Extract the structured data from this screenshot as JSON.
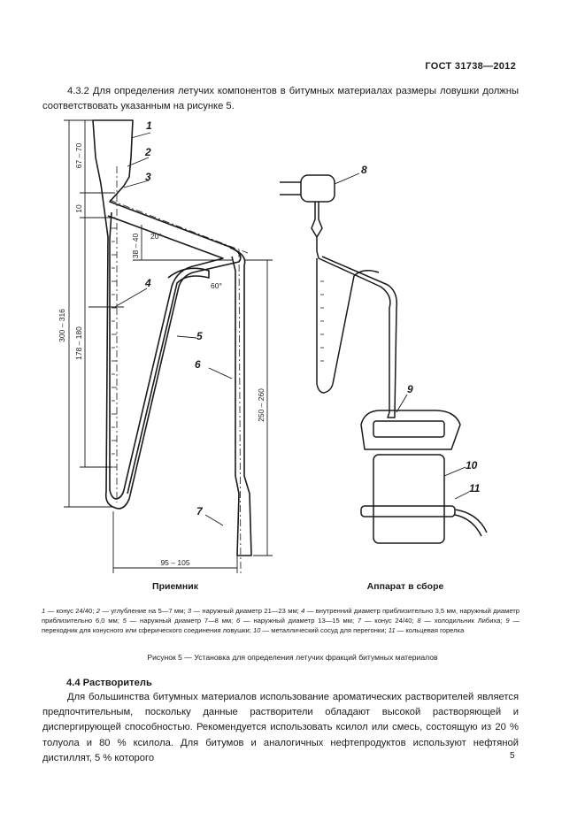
{
  "header": {
    "standard": "ГОСТ 31738—2012"
  },
  "intro": "4.3.2 Для определения летучих компонентов в битумных материалах размеры ловушки должны соответствовать указанным на рисунке 5.",
  "figure": {
    "callouts": [
      "1",
      "2",
      "3",
      "4",
      "5",
      "6",
      "7",
      "8",
      "9",
      "10",
      "11"
    ],
    "dimensions": {
      "d67_70": "67 – 70",
      "d10": "10",
      "d38_40": "38 – 40",
      "d300_316": "300 – 316",
      "d178_180": "178 – 180",
      "d250_260": "250 – 260",
      "d95_105": "95 – 105",
      "angle20": "20°",
      "angle60": "60°"
    },
    "label_left": "Приемник",
    "label_right": "Аппарат в сборе"
  },
  "legend": {
    "items": [
      {
        "num": "1",
        "text": " — конус 24/40; "
      },
      {
        "num": "2",
        "text": " — углубление на 5—7 мм; "
      },
      {
        "num": "3",
        "text": " — наружный диаметр 21—23 мм; "
      },
      {
        "num": "4",
        "text": " — внутренний диаметр приблизительно 3,5 мм, наружный диаметр приблизительно 6,0 мм; "
      },
      {
        "num": "5",
        "text": " — наружный диаметр 7—8 мм; "
      },
      {
        "num": "6",
        "text": " — наружный диаметр 13—15 мм; "
      },
      {
        "num": "7",
        "text": " — конус 24/40; "
      },
      {
        "num": "8",
        "text": " — холодильник Либиха; "
      },
      {
        "num": "9",
        "text": " — переходник для конусного или сферического соединения ловушки; "
      },
      {
        "num": "10",
        "text": " — металлический сосуд для перегонки; "
      },
      {
        "num": "11",
        "text": " — кольцевая горелка"
      }
    ]
  },
  "caption": "Рисунок 5 — Установка для определения летучих фракций битумных материалов",
  "section": {
    "title": "4.4 Растворитель"
  },
  "body": "Для большинства битумных материалов использование ароматических растворителей является предпочтительным, поскольку данные растворители обладают высокой растворяющей и диспергирующей способностью. Рекомендуется использовать ксилол или смесь, состоящую из 20 % толуола и 80 % ксилола. Для битумов и аналогичных нефтепродуктов используют нефтяной дистиллят, 5 % которого",
  "page_number": "5"
}
